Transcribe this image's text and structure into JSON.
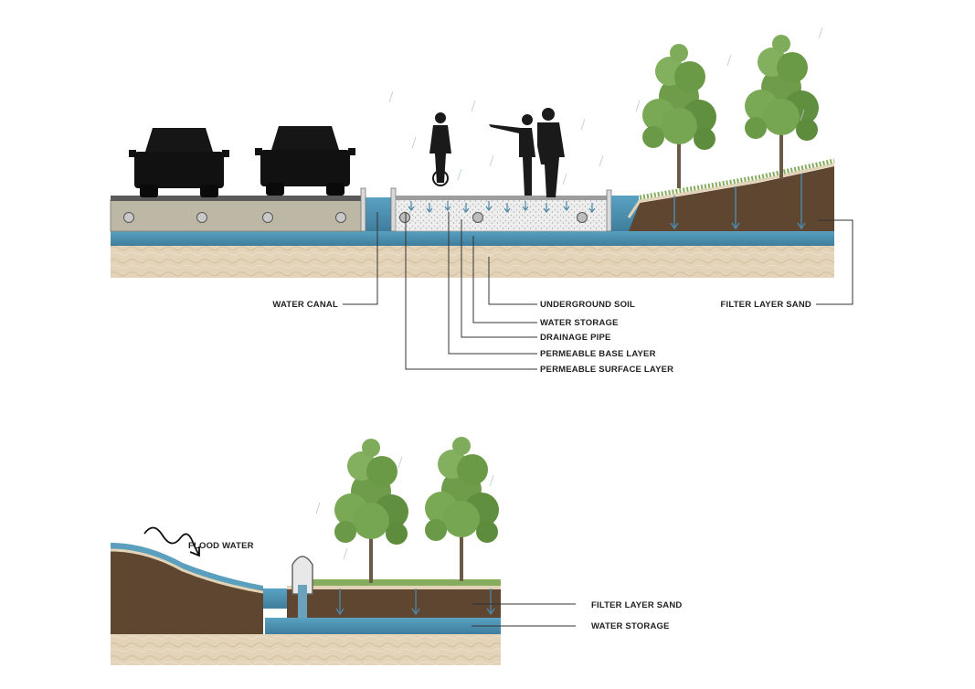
{
  "section_top": {
    "labels": {
      "water_canal": "WATER CANAL",
      "underground_soil": "UNDERGROUND SOIL",
      "water_storage": "WATER STORAGE",
      "drainage_pipe": "DRAINAGE PIPE",
      "permeable_base_layer": "PERMEABLE BASE LAYER",
      "permeable_surface_layer": "PERMEABLE SURFACE LAYER",
      "filter_layer_sand": "FILTER LAYER SAND"
    }
  },
  "section_bottom": {
    "labels": {
      "flood_water": "FLOOD WATER",
      "filter_layer_sand": "FILTER LAYER SAND",
      "water_storage": "WATER STORAGE"
    }
  },
  "colors": {
    "soil": "#5e4631",
    "water": "#4f8fae",
    "sand_base": "#e2d2b6",
    "concrete": "#bdb7a6",
    "grass": "#7fa65a",
    "tree": "#6c9a47"
  }
}
